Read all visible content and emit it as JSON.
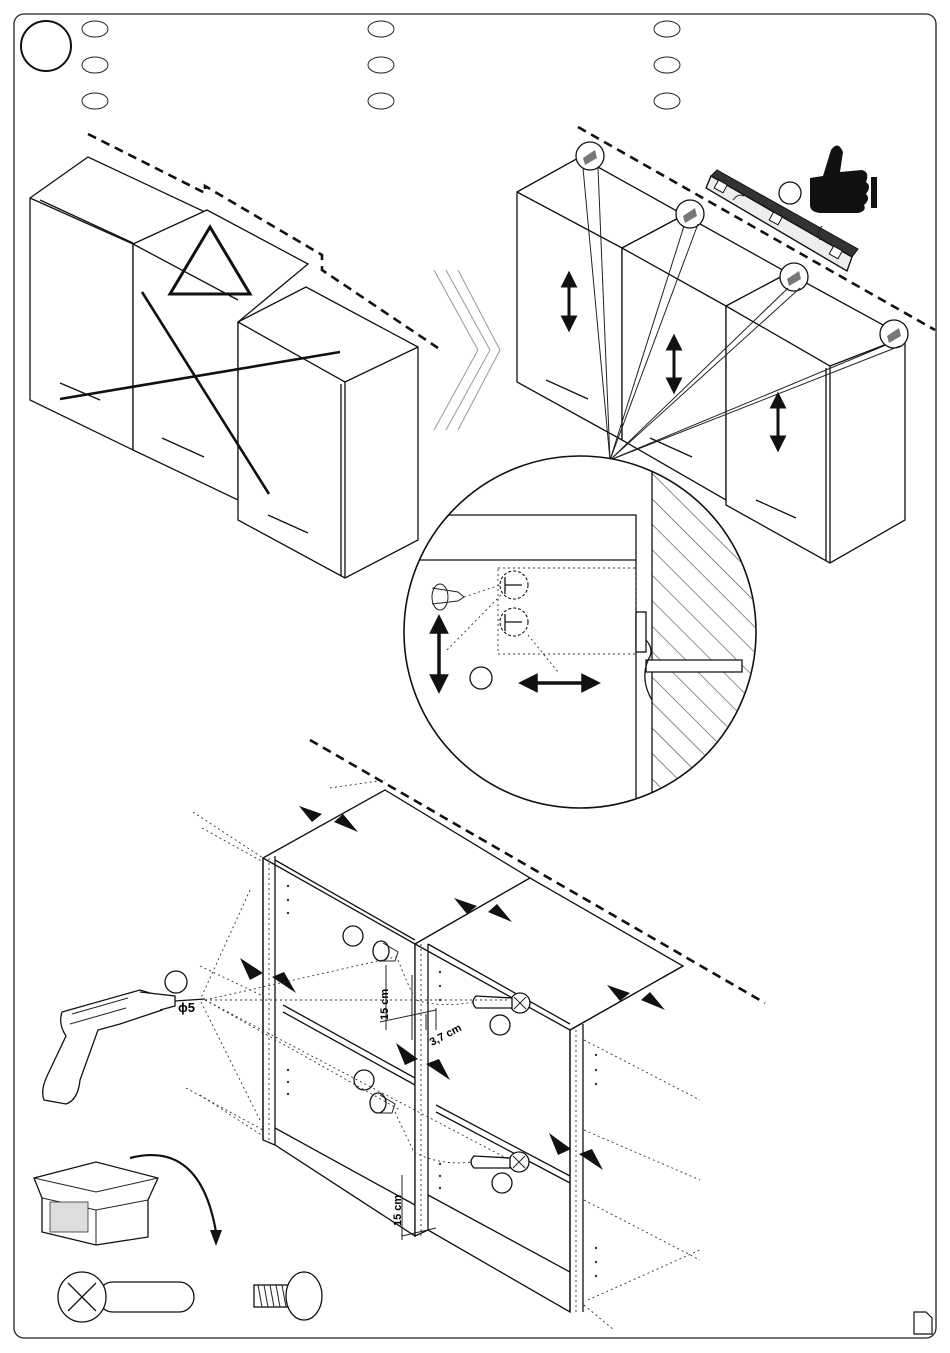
{
  "labels": {
    "dim_15_upper": "15 cm",
    "dim_37": "3,7 cm",
    "dim_15_lower": "15 cm",
    "drill_diameter": "ϕ5"
  },
  "icons": {
    "step_circle": "step-number-circle-icon",
    "warning": "warning-triangle-icon",
    "thumbs_up": "thumbs-up-icon",
    "spirit_level": "spirit-level-icon",
    "drill": "power-drill-icon",
    "box": "parts-box-icon",
    "page_corner": "page-corner-icon"
  },
  "colors": {
    "line": "#111111",
    "background": "#ffffff",
    "hatch": "#444444"
  }
}
